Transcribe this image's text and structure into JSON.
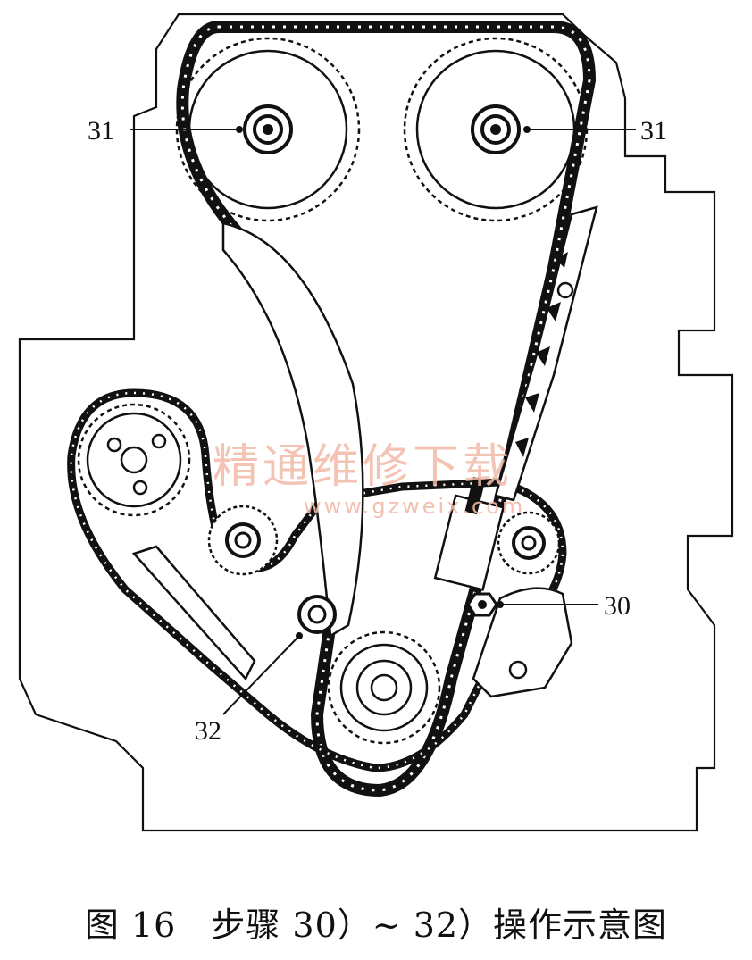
{
  "callouts": {
    "cam_left": "31",
    "cam_right": "31",
    "tensioner": "30",
    "guide_bolt": "32"
  },
  "watermark": {
    "cn": "精通维修下载",
    "url": "www.gzweix.com"
  },
  "caption": "图 16　步骤 30）~ 32）操作示意图"
}
